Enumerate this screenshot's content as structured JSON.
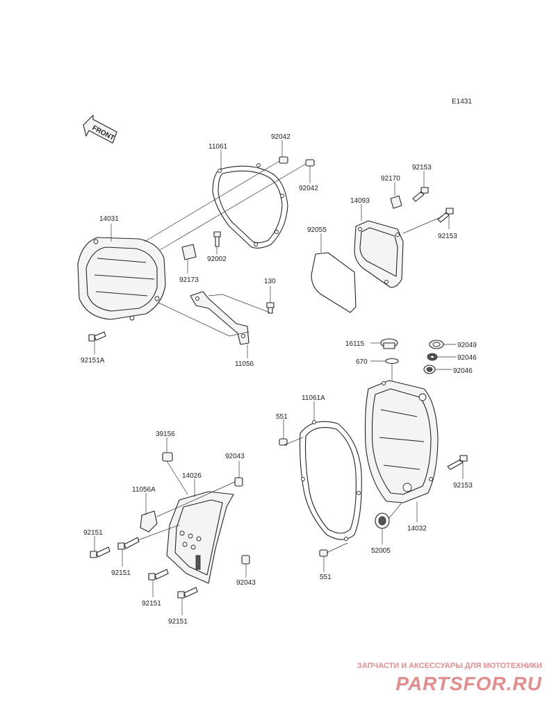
{
  "diagram_code": "E1431",
  "front_label": "FRONT",
  "watermark": {
    "tagline": "ЗАПЧАСТИ И АКСЕССУАРЫ ДЛЯ МОТОТЕХНИКИ",
    "logo": "PARTSFOR.RU"
  },
  "labels": {
    "p11061": "11061",
    "p92042_a": "92042",
    "p92042_b": "92042",
    "p14031": "14031",
    "p92002": "92002",
    "p92173": "92173",
    "p130": "130",
    "p11056": "11056",
    "p92151A": "92151A",
    "p92170": "92170",
    "p92153_a": "92153",
    "p14093": "14093",
    "p92055": "92055",
    "p92153_b": "92153",
    "p16115": "16115",
    "p670": "670",
    "p92049": "92049",
    "p92046_a": "92046",
    "p92046_b": "92046",
    "p11061A": "11061A",
    "p551_a": "551",
    "p551_b": "551",
    "p92153_c": "92153",
    "p14032": "14032",
    "p52005": "52005",
    "p39156": "39156",
    "p92043_a": "92043",
    "p14026": "14026",
    "p11056A": "11056A",
    "p92151_a": "92151",
    "p92151_b": "92151",
    "p92043_b": "92043",
    "p92151_c": "92151",
    "p92151_d": "92151"
  }
}
